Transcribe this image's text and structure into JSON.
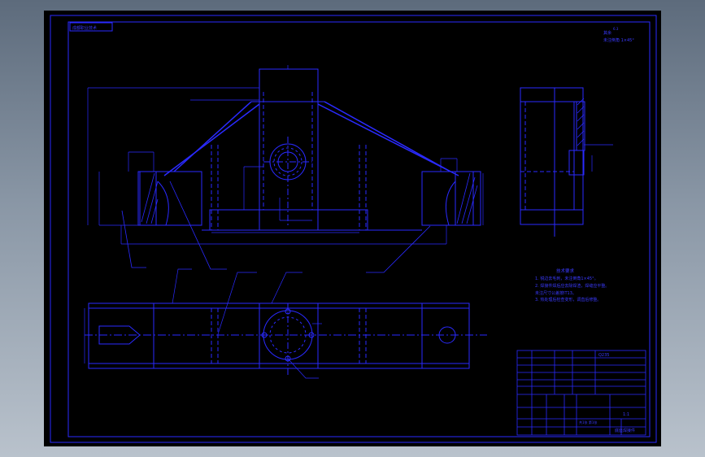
{
  "drawing": {
    "stamp": "成都职业技术",
    "roughness_note": "其余",
    "roughness_value": "6.3",
    "chamfer_note": "未注倒角 1×45°",
    "tech_req_title": "技术要求",
    "tech_req": [
      "1. 锐边去毛刺，未注倒角1×45°。",
      "2. 焊接件焊后应去除焊渣，焊缝应平整。",
      "   未注尺寸公差按IT13。",
      "3. 热处理后检查变形，调直后修整。"
    ],
    "title_block": {
      "material": "Q235",
      "drawing_name": "底座焊接件",
      "scale": "1:1",
      "sheet": "共1张 第1张"
    }
  },
  "colors": {
    "background": "#000000",
    "lines": "#2323ff",
    "frame": "#3030ff"
  }
}
